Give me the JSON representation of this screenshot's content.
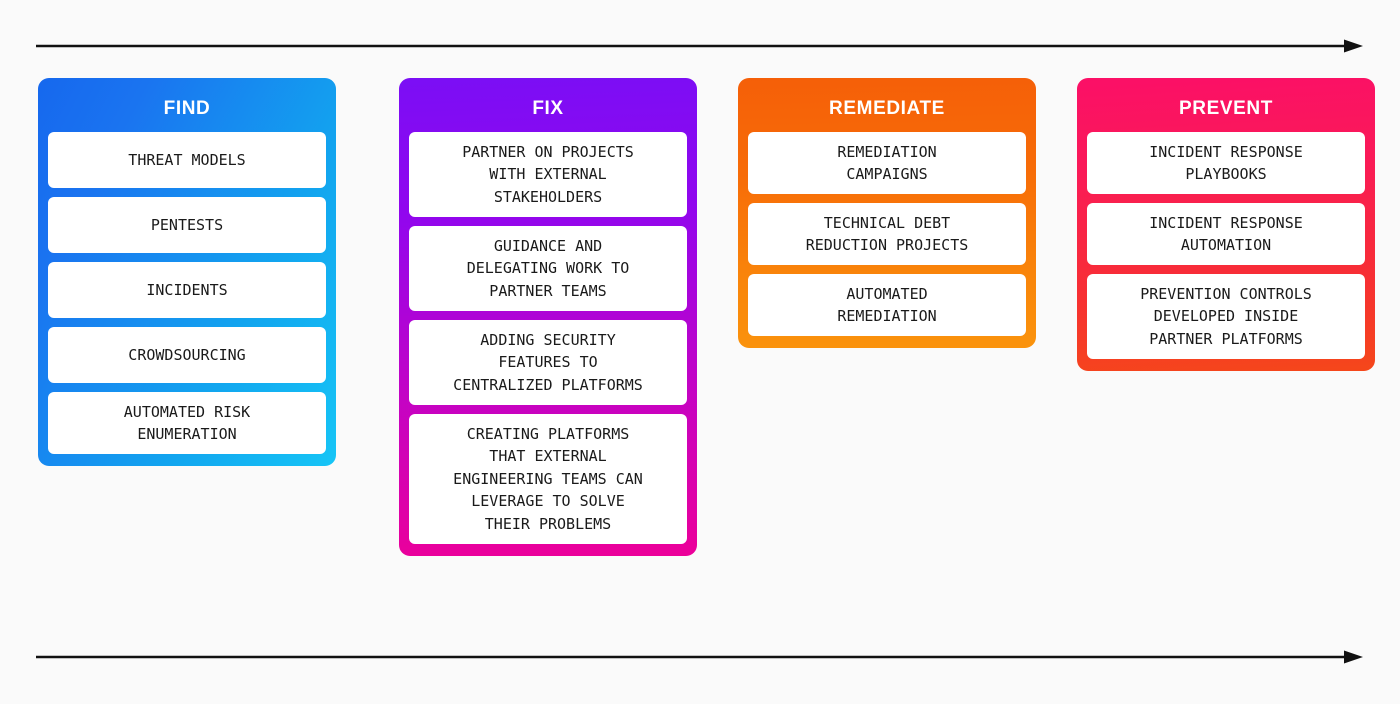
{
  "background_color": "#fafafa",
  "flow": {
    "top_arrow_label": "process-flow-arrow-top",
    "bottom_arrow_label": "process-flow-arrow-bottom",
    "arrow_color": "#111111"
  },
  "stages": [
    {
      "title": "FIND",
      "accent_start": "#1668ee",
      "accent_end": "#16c5f6",
      "items": [
        "THREAT MODELS",
        "PENTESTS",
        "INCIDENTS",
        "CROWDSOURCING",
        "AUTOMATED RISK\nENUMERATION"
      ]
    },
    {
      "title": "FIX",
      "accent_start": "#7b0ef5",
      "accent_end": "#ec0099",
      "items": [
        "PARTNER ON PROJECTS\nWITH EXTERNAL\nSTAKEHOLDERS",
        "GUIDANCE AND\nDELEGATING WORK TO\nPARTNER TEAMS",
        "ADDING SECURITY\nFEATURES TO\nCENTRALIZED PLATFORMS",
        "CREATING PLATFORMS\nTHAT EXTERNAL\nENGINEERING TEAMS CAN\nLEVERAGE TO SOLVE\nTHEIR PROBLEMS"
      ]
    },
    {
      "title": "REMEDIATE",
      "accent_start": "#f55f08",
      "accent_end": "#fa930c",
      "items": [
        "REMEDIATION\nCAMPAIGNS",
        "TECHNICAL DEBT\nREDUCTION PROJECTS",
        "AUTOMATED\nREMEDIATION"
      ]
    },
    {
      "title": "PREVENT",
      "accent_start": "#fb0f67",
      "accent_end": "#f5471a",
      "items": [
        "INCIDENT RESPONSE\nPLAYBOOKS",
        "INCIDENT RESPONSE\nAUTOMATION",
        "PREVENTION CONTROLS\nDEVELOPED INSIDE\nPARTNER PLATFORMS"
      ]
    }
  ]
}
